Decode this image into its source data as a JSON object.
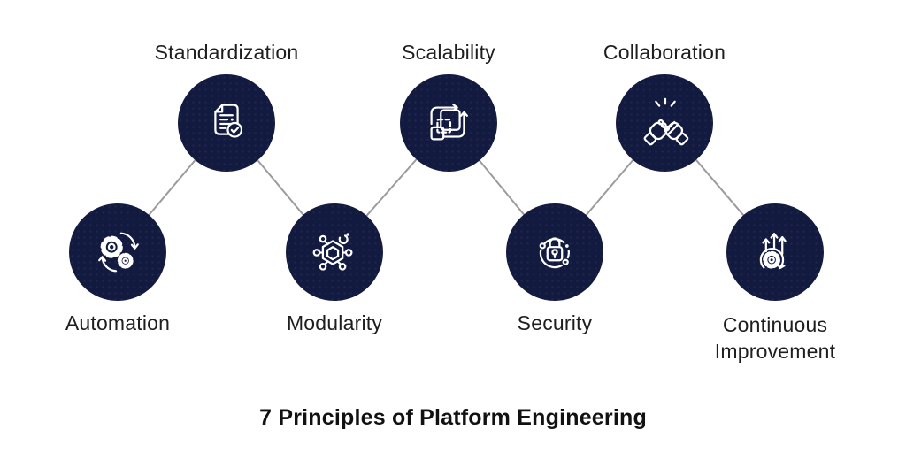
{
  "title": "7 Principles of Platform Engineering",
  "nodes": [
    {
      "label": "Automation",
      "icon": "gears-sync-icon",
      "position": "bottom"
    },
    {
      "label": "Standardization",
      "icon": "document-check-icon",
      "position": "top"
    },
    {
      "label": "Modularity",
      "icon": "hexagon-network-icon",
      "position": "bottom"
    },
    {
      "label": "Scalability",
      "icon": "loop-squares-icon",
      "position": "top"
    },
    {
      "label": "Security",
      "icon": "padlock-orbit-icon",
      "position": "bottom"
    },
    {
      "label": "Collaboration",
      "icon": "fist-bump-icon",
      "position": "top"
    },
    {
      "label": "Continuous Improvement",
      "icon": "gear-growth-icon",
      "position": "bottom"
    }
  ],
  "colors": {
    "background": "#FFFFFF",
    "node_fill": "#131A40",
    "icon_stroke": "#FFFFFF",
    "connector": "#9B9B9B",
    "label_text": "#1E1E1E",
    "title_text": "#111111"
  }
}
